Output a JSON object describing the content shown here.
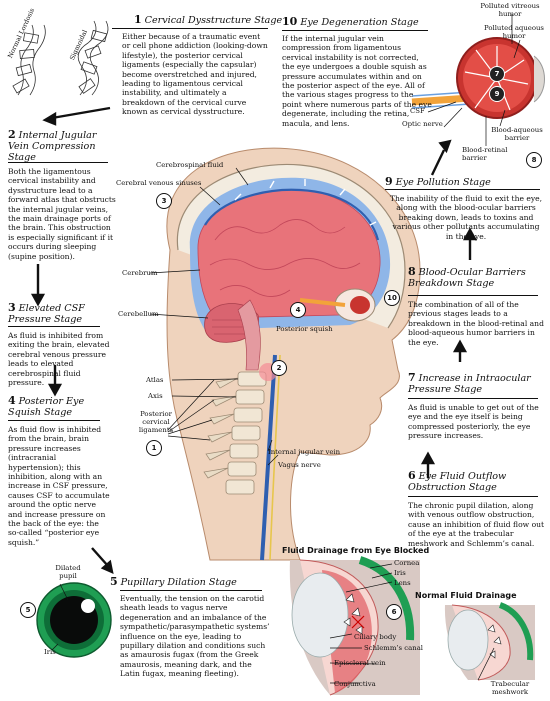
{
  "curve_labels": {
    "normal": "Normal Lordosis",
    "sigmoidal": "Sigmoidal"
  },
  "stages": [
    {
      "num": "1",
      "title": "Cervical Dysstructure Stage",
      "text": "Either because of a traumatic event or cell phone addiction (looking-down lifestyle), the posterior cervical ligaments (especially the capsular) become overstretched and injured, leading to ligamentous cervical instability, and ultimately a breakdown of the cervical curve known as cervical dysstructure."
    },
    {
      "num": "2",
      "title": "Internal Jugular Vein Compression Stage",
      "text": "Both the ligamentous cervical instability and dysstructure lead to a forward atlas that obstructs the internal jugular veins, the main drainage ports of the brain. This obstruction is especially significant if it occurs during sleeping (supine position)."
    },
    {
      "num": "3",
      "title": "Elevated CSF Pressure Stage",
      "text": "As fluid is inhibited from exiting the brain, elevated cerebral venous pressure leads to elevated cerebrospinal fluid pressure."
    },
    {
      "num": "4",
      "title": "Posterior Eye Squish Stage",
      "text": "As fluid flow is inhibited from the brain, brain pressure increases (intracranial hypertension); this inhibition, along with an increase in CSF pressure, causes CSF to accumulate around the optic nerve and increase pressure on the back of the eye: the so-called “posterior eye squish.”"
    },
    {
      "num": "5",
      "title": "Pupillary Dilation Stage",
      "text": "Eventually, the tension on the carotid sheath leads to vagus nerve degeneration and an imbalance of the sympathetic/parasympathetic systems’ influence on the eye, leading to pupillary dilation and conditions such as amaurosis fugax (from the Greek amaurosis, meaning dark, and the Latin fugax, meaning fleeting)."
    },
    {
      "num": "6",
      "title": "Eye Fluid Outflow Obstruction Stage",
      "text": "The chronic pupil dilation, along with venous outflow obstruction, cause an inhibition of fluid flow out of the eye at the trabecular meshwork and Schlemm’s canal."
    },
    {
      "num": "7",
      "title": "Increase in Intraocular Pressure Stage",
      "text": "As fluid is unable to get out of the eye and the eye itself is being compressed posteriorly, the eye pressure increases."
    },
    {
      "num": "8",
      "title": "Blood-Ocular Barriers Breakdown Stage",
      "text": "The combination of all of the previous stages leads to a breakdown in the blood-retinal and blood-aqueous humor barriers in the eye."
    },
    {
      "num": "9",
      "title": "Eye Pollution Stage",
      "text": "The inability of the fluid to exit the eye, along with the blood-ocular barriers breaking down, leads to toxins and various other pollutants accumulating in the eye."
    },
    {
      "num": "10",
      "title": "Eye Degeneration Stage",
      "text": "If the internal jugular vein compression from ligamentous cervical instability is not corrected, the eye undergoes a double squish as pressure accumulates within and on the posterior aspect of the eye. All of the various stages progress to the point where numerous parts of the eye degenerate, including the retina, macula, and lens."
    }
  ],
  "head_labels": {
    "csf": "Cerebrospinal fluid",
    "sinuses": "Cerebral venous sinuses",
    "cerebrum": "Cerebrum",
    "cerebellum": "Cerebellum",
    "squish": "Posterior squish",
    "atlas": "Atlas",
    "axis": "Axis",
    "ligaments": "Posterior cervical ligaments",
    "jugular": "Internal jugular vein",
    "vagus": "Vagus nerve"
  },
  "eye_labels": {
    "vitreous": "Polluted vitreous humor",
    "aqueous": "Polluted aqueous humor",
    "barrier_aq": "Blood-aqueous barrier",
    "barrier_ret": "Blood-retinal barrier",
    "csf": "CSF",
    "optic": "Optic nerve"
  },
  "pupil_labels": {
    "dilated": "Dilated pupil",
    "iris": "Iris"
  },
  "drainage_blocked": {
    "title": "Fluid Drainage from Eye Blocked",
    "labels": [
      "Cornea",
      "Iris",
      "Lens",
      "Ciliary body",
      "Schlemm’s canal",
      "Episcleral vein",
      "Conjunctiva"
    ]
  },
  "drainage_normal": {
    "title": "Normal Fluid Drainage",
    "label": "Trabecular meshwork"
  },
  "circled_numbers": [
    "1",
    "2",
    "3",
    "4",
    "5",
    "6",
    "7",
    "8",
    "9",
    "10"
  ],
  "colors": {
    "brain": "#e8737a",
    "csf": "#5b8fd6",
    "vein": "#2f5fb0",
    "skin": "#efd3bd",
    "iris": "#1f9e53",
    "eyeball": "#c8342f"
  }
}
